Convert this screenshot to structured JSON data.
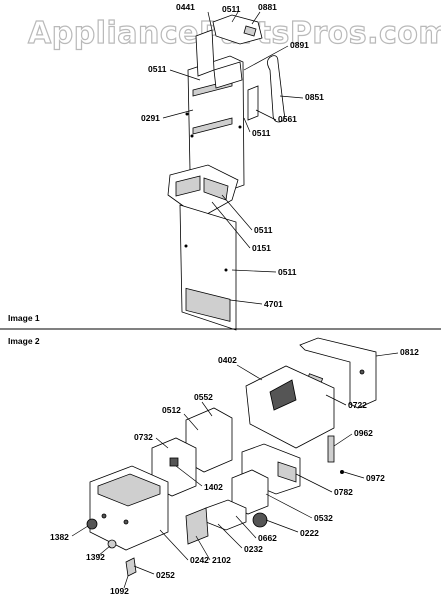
{
  "watermark": "AppliancePartsPros.com",
  "sections": [
    {
      "title": "Image 1"
    },
    {
      "title": "Image 2"
    }
  ],
  "image1_labels": [
    "0441",
    "0511",
    "0881",
    "0891",
    "0511",
    "0851",
    "0291",
    "0561",
    "0511",
    "0511",
    "0151",
    "0511",
    "4701"
  ],
  "image2_labels": [
    "0402",
    "0812",
    "0722",
    "0512",
    "0552",
    "0732",
    "0962",
    "1402",
    "0972",
    "0782",
    "0532",
    "0222",
    "0662",
    "0232",
    "2102",
    "0242",
    "1382",
    "1392",
    "0252",
    "1092"
  ]
}
